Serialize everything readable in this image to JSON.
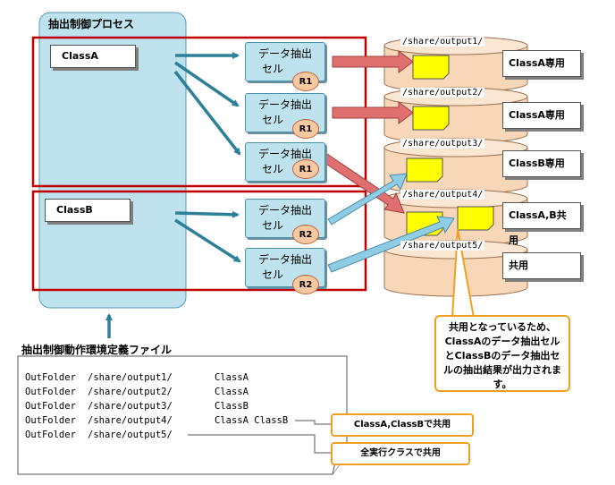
{
  "process": {
    "title": "抽出制御プロセス"
  },
  "classes": {
    "a": "ClassA",
    "b": "ClassB"
  },
  "cells": [
    {
      "line1": "データ抽出",
      "line2": "セル",
      "badge": "R1"
    },
    {
      "line1": "データ抽出",
      "line2": "セル",
      "badge": "R1"
    },
    {
      "line1": "データ抽出",
      "line2": "セル",
      "badge": "R1"
    },
    {
      "line1": "データ抽出",
      "line2": "セル",
      "badge": "R2"
    },
    {
      "line1": "データ抽出",
      "line2": "セル",
      "badge": "R2"
    }
  ],
  "outputs": [
    {
      "path": "/share/output1/",
      "tag": "ClassA専用"
    },
    {
      "path": "/share/output2/",
      "tag": "ClassA専用"
    },
    {
      "path": "/share/output3/",
      "tag": "ClassB専用"
    },
    {
      "path": "/share/output4/",
      "tag": "ClassA,B共用"
    },
    {
      "path": "/share/output5/",
      "tag": "共用"
    }
  ],
  "callout": {
    "text": "共用となっているため、ClassAのデータ抽出セルとClassBのデータ抽出セルの抽出結果が出力されます。"
  },
  "config": {
    "title": "抽出制御動作環境定義ファイル",
    "lines": [
      {
        "key": "OutFolder",
        "path": "/share/output1/",
        "cls": "ClassA"
      },
      {
        "key": "OutFolder",
        "path": "/share/output2/",
        "cls": "ClassA"
      },
      {
        "key": "OutFolder",
        "path": "/share/output3/",
        "cls": "ClassB"
      },
      {
        "key": "OutFolder",
        "path": "/share/output4/",
        "cls": "ClassA ClassB"
      },
      {
        "key": "OutFolder",
        "path": "/share/output5/",
        "cls": ""
      }
    ]
  },
  "notes": {
    "shared_ab": "ClassA,ClassBで共用",
    "shared_all": "全実行クラスで共用"
  },
  "colors": {
    "process_fill": "#bfe3ee",
    "frame_red": "#c00000",
    "arrow_teal": "#2e7f98",
    "arrow_red": "#e07070",
    "arrow_blue": "#8fcde4",
    "disk_fill": "#f8d7b8",
    "doc_yellow": "#ffff00",
    "callout_border": "#f0a020"
  }
}
